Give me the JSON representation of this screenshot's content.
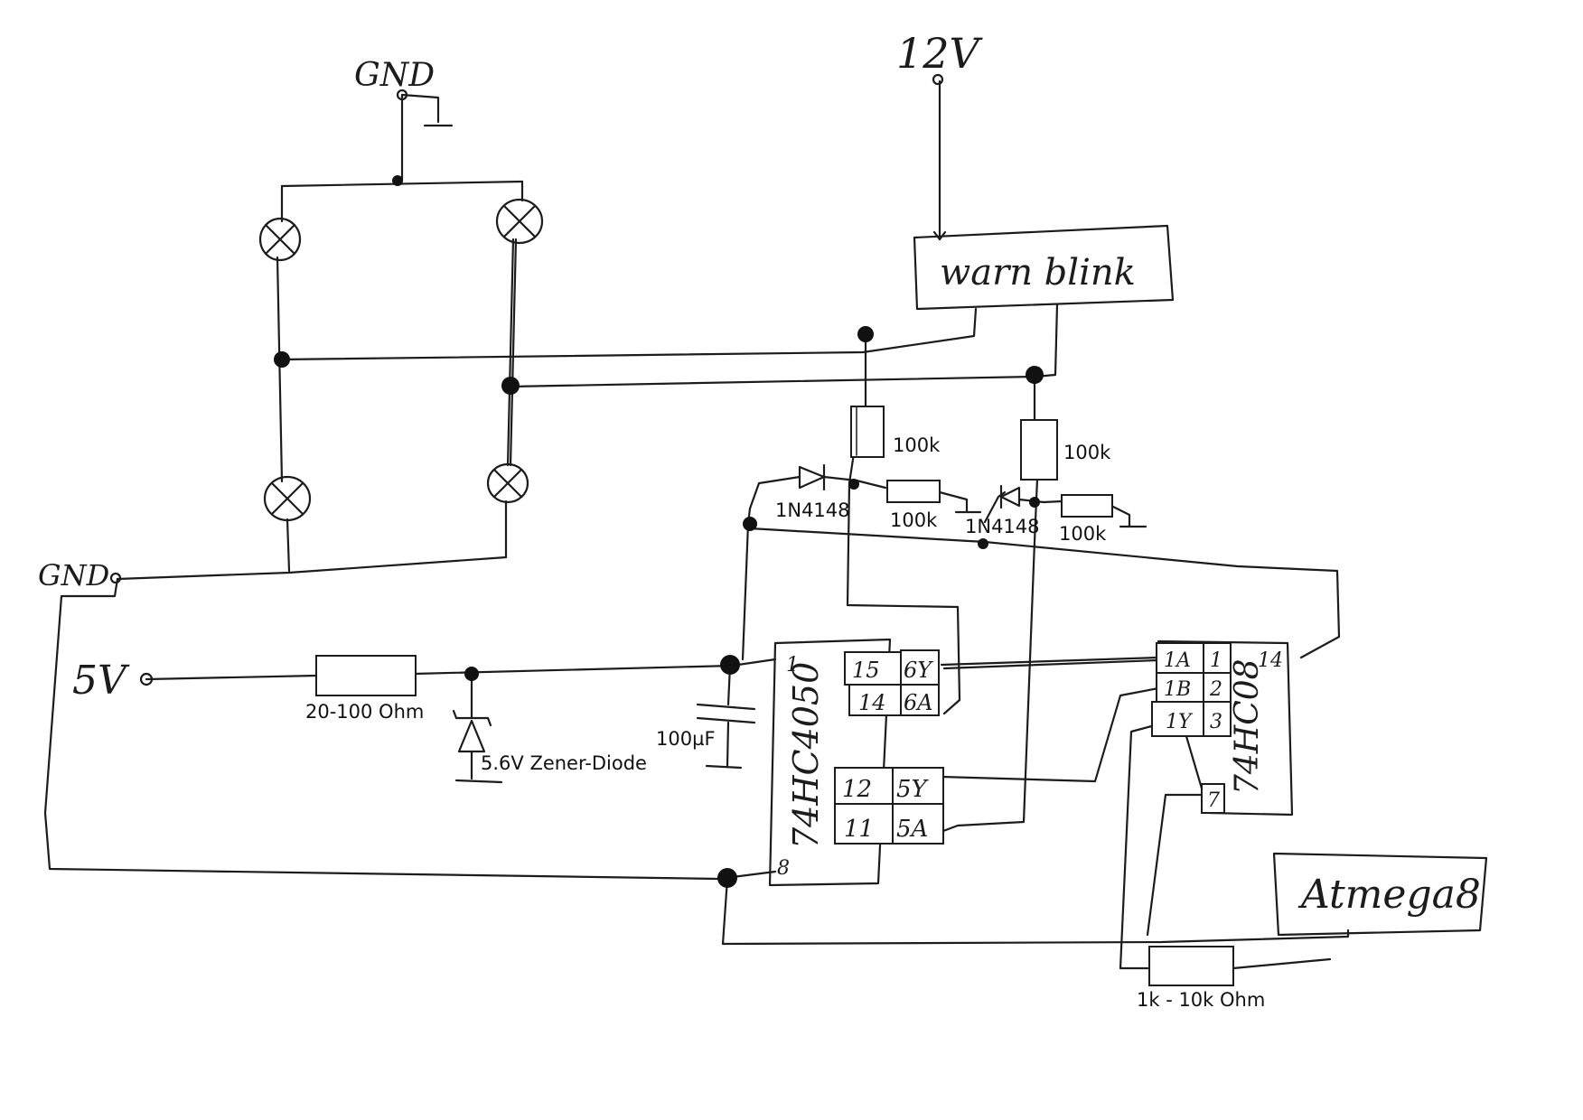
{
  "power": {
    "v12": "12V",
    "gnd_top": "GND",
    "gnd_left": "GND",
    "v5": "5V"
  },
  "modules": {
    "warnblink": "warn blink",
    "atmega": "Atmega8"
  },
  "components": {
    "r_100k_top1": "100k",
    "r_100k_top2": "100k",
    "r_100k_mid1": "100k",
    "r_100k_mid2": "100k",
    "diode1": "1N4148",
    "diode2": "1N4148",
    "r_series": "20-100 Ohm",
    "zener": "5.6V Zener-Diode",
    "cap": "100µF",
    "r_pull": "1k - 10k Ohm"
  },
  "ic_4050": {
    "name": "74HC4050",
    "pin1": "1",
    "pin8": "8",
    "p15": "15",
    "p6y": "6Y",
    "p14": "14",
    "p6a": "6A",
    "p12": "12",
    "p5y": "5Y",
    "p11": "11",
    "p5a": "5A"
  },
  "ic_08": {
    "name": "74HC08",
    "p1a": "1A",
    "p1": "1",
    "p1b": "1B",
    "p2": "2",
    "p1y": "1Y",
    "p3": "3",
    "p14": "14",
    "p7": "7"
  }
}
